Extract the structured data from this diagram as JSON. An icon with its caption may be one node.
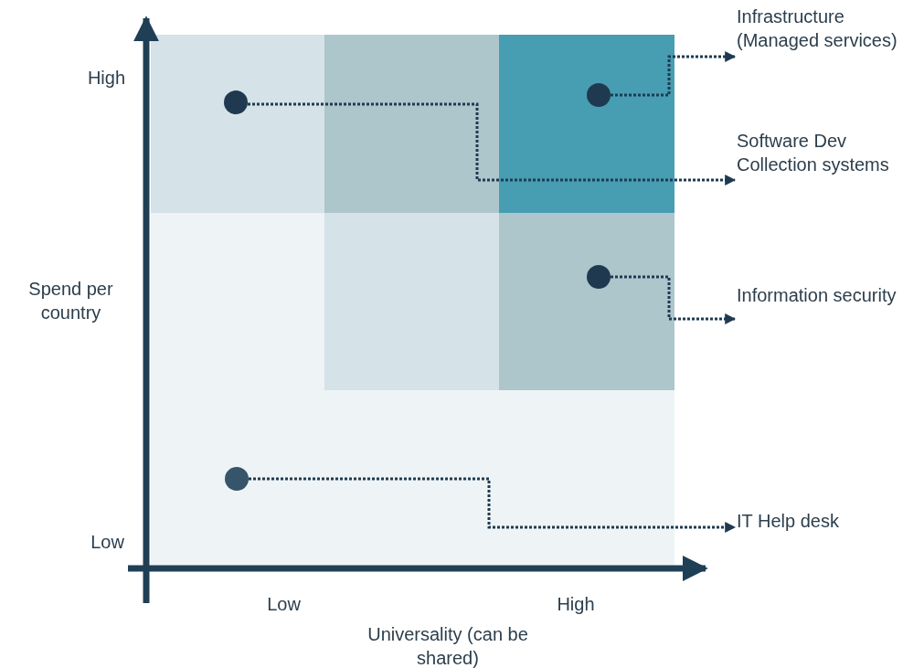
{
  "diagram": {
    "nodes": [
      {
        "text": [
          "Infrastructure (Managed services)"
        ]
      },
      {
        "text": [],
        "shape": "circle"
      },
      {
        "text": [],
        "shape": "circle"
      },
      {
        "text": [
          "Software Dev Collection systems"
        ]
      },
      {
        "text": [],
        "shape": "circle"
      },
      {
        "text": [
          "Information security"
        ]
      },
      {
        "text": [],
        "shape": "circle"
      },
      {
        "text": [
          "IT Help desk"
        ]
      }
    ],
    "edges": [
      {
        "from": 2,
        "to": 0,
        "arrow": "to"
      },
      {
        "from": 1,
        "to": 3,
        "arrow": "to"
      },
      {
        "from": 4,
        "to": 5,
        "arrow": "to"
      },
      {
        "from": 6,
        "to": 7,
        "arrow": "to"
      }
    ],
    "labels": [
      "High",
      "Spend per country",
      "Low",
      "Low",
      "High",
      "Universality (can be shared)"
    ]
  }
}
